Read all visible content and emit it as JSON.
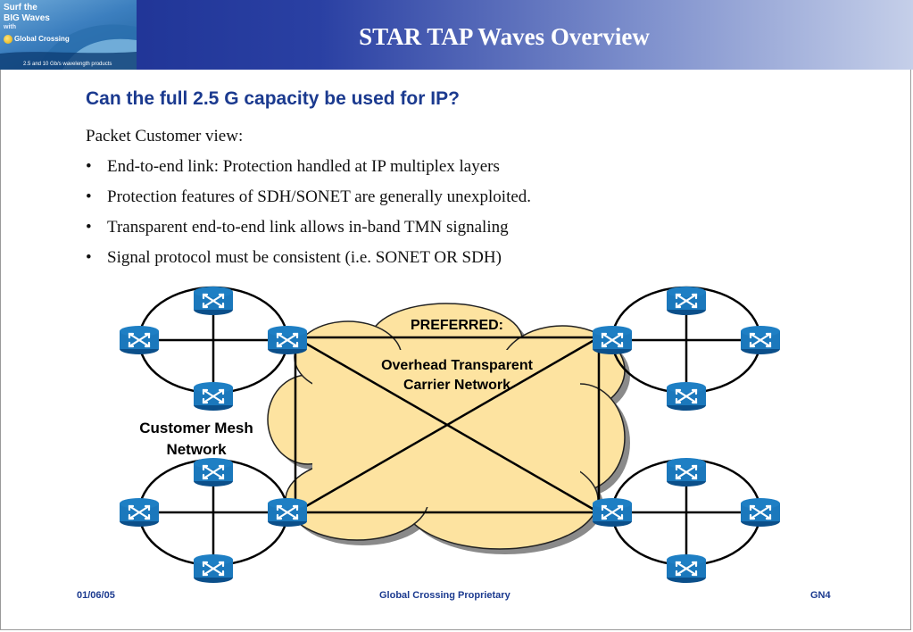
{
  "header": {
    "title": "STAR TAP Waves Overview",
    "logo": {
      "line1": "Surf the",
      "line2": "BIG Waves",
      "line3": "with",
      "brand": "Global Crossing",
      "tagline": "2.5 and 10 Gb/s wavelength products"
    }
  },
  "slide": {
    "subtitle": "Can the full 2.5 G capacity be used for IP?",
    "intro": "Packet Customer view:",
    "bullets": [
      "End-to-end link: Protection handled at IP multiplex layers",
      "Protection features of SDH/SONET are generally unexploited.",
      "Transparent end-to-end link allows in-band TMN signaling",
      "Signal protocol must be consistent (i.e. SONET OR SDH)"
    ]
  },
  "diagram": {
    "cloud_title": "PREFERRED:",
    "cloud_label_line1": "Overhead Transparent",
    "cloud_label_line2": "Carrier Network",
    "mesh_label_line1": "Customer Mesh",
    "mesh_label_line2": "Network",
    "colors": {
      "cloud_fill": "#fde3a0",
      "router_fill": "#1e7fc4",
      "line": "#000000"
    }
  },
  "footer": {
    "date": "01/06/05",
    "center": "Global Crossing Proprietary",
    "page": "GN4"
  }
}
